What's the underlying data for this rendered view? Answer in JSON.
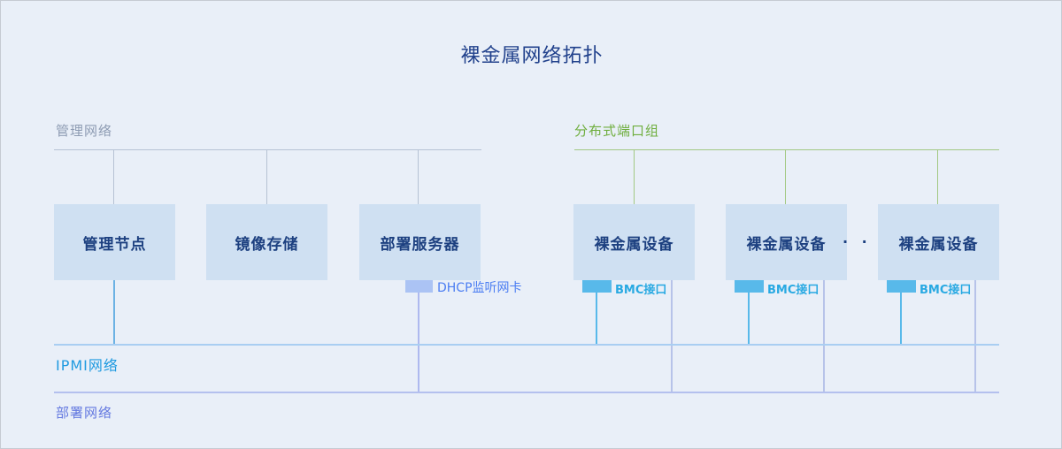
{
  "title": "裸金属网络拓扑",
  "management_network": {
    "label": "管理网络",
    "nodes": [
      {
        "label": "管理节点"
      },
      {
        "label": "镜像存储"
      },
      {
        "label": "部署服务器",
        "nic_label": "DHCP监听网卡"
      }
    ]
  },
  "distributed_port_group": {
    "label": "分布式端口组",
    "ellipsis": "· · ·",
    "nodes": [
      {
        "label": "裸金属设备",
        "nic_label": "BMC接口"
      },
      {
        "label": "裸金属设备",
        "nic_label": "BMC接口"
      },
      {
        "label": "裸金属设备",
        "nic_label": "BMC接口"
      }
    ]
  },
  "ipmi_network": {
    "label": "IPMI网络"
  },
  "deployment_network": {
    "label": "部署网络"
  },
  "colors": {
    "canvas_background": "#e9eff8",
    "management_label": "#8e9cb3",
    "management_line": "#b6c2d4",
    "port_group_green_label": "#6fae3e",
    "port_group_green_line": "#a2c883",
    "node_box_fill": "#cfe0f2",
    "node_text": "#1d4080",
    "dhcp_tab": "#abc3f4",
    "dhcp_text": "#4b7df2",
    "bmc_tab": "#58b9ea",
    "bmc_text": "#29a9e2",
    "ipmi_line": "#a9cef2",
    "ipmi_text": "#1f9ae0",
    "deployment_line": "#b4c0ee",
    "deployment_text": "#6479e0"
  }
}
